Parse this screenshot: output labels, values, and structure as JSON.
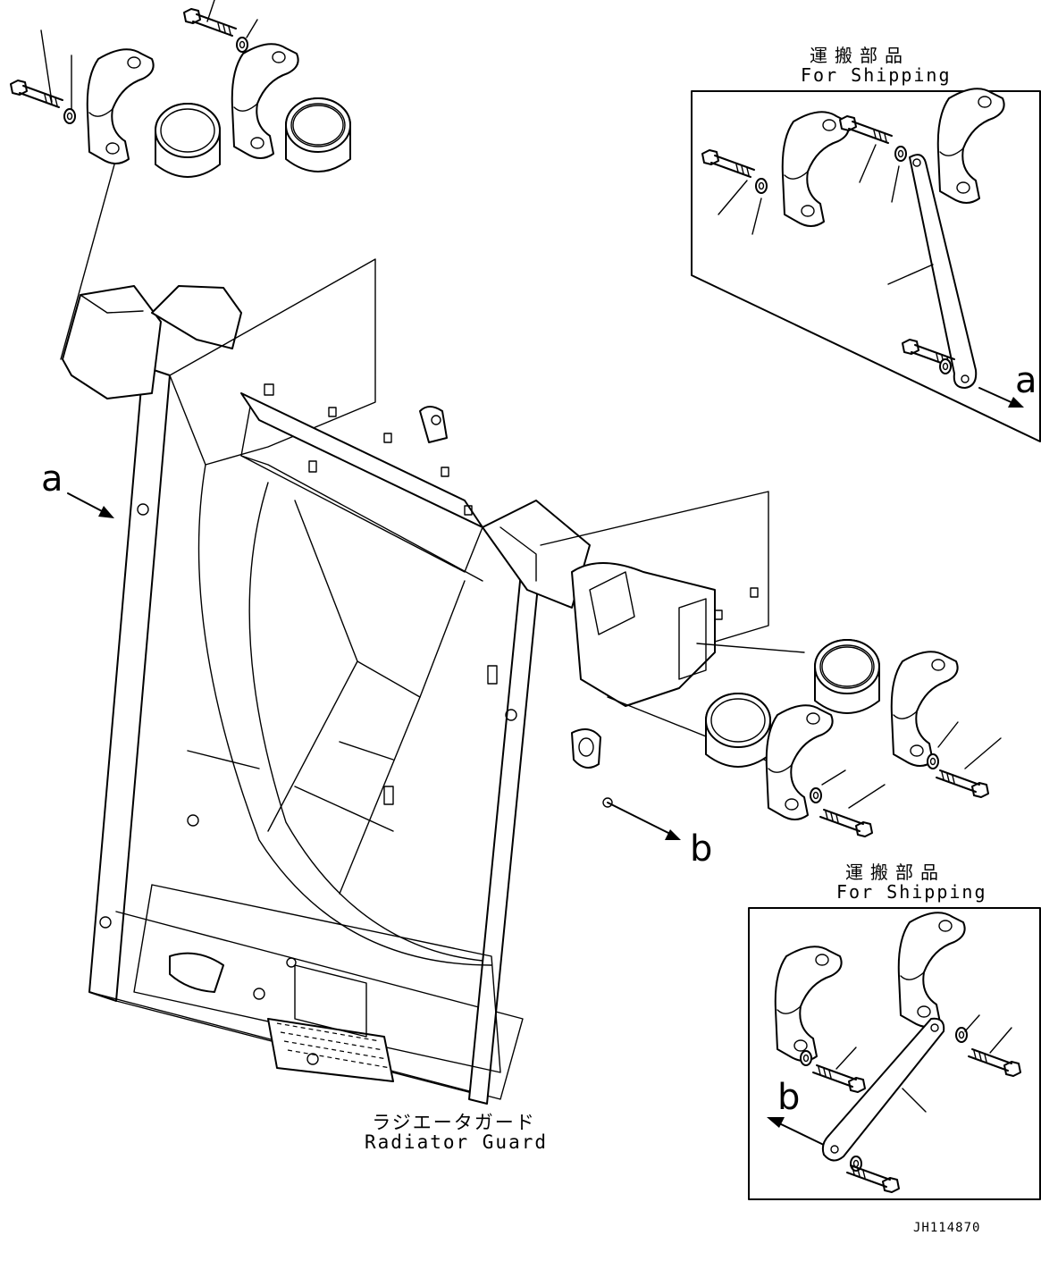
{
  "shipping_top": {
    "label_jp": "運搬部品",
    "label_en": "For Shipping"
  },
  "shipping_bottom": {
    "label_jp": "運搬部品",
    "label_en": "For Shipping"
  },
  "caption": {
    "label_jp": "ラジエータガード",
    "label_en": "Radiator Guard"
  },
  "callouts": {
    "a_left": "a",
    "a_right": "a",
    "b_center": "b",
    "b_inset": "b"
  },
  "drawing_code": "JH114870"
}
